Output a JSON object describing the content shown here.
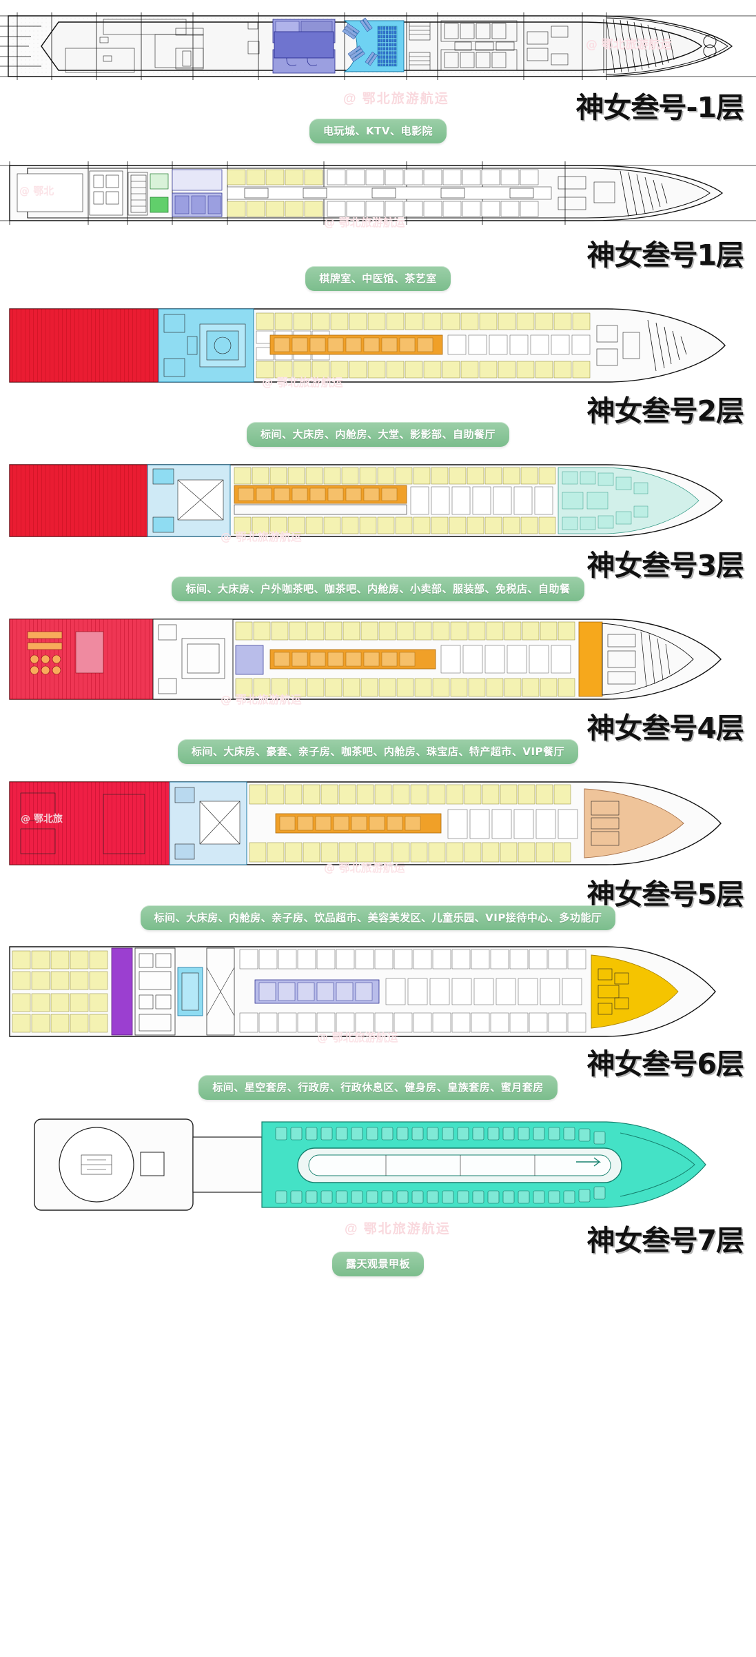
{
  "meta": {
    "ship_name": "神女叁号",
    "watermark": "@ 鄂北旅游航运"
  },
  "decks": [
    {
      "id": "deck-minus-1",
      "title": "神女叁号-1层",
      "badge": "电玩城、KTV、电影院",
      "palette": {
        "accent_a": "#8f93d6",
        "accent_b": "#6fd2f3",
        "accent_c": "#b9bdea",
        "pink": "#f8dce2"
      },
      "plan_height": 115
    },
    {
      "id": "deck-1",
      "title": "神女叁号1层",
      "badge": "棋牌室、中医馆、茶艺室",
      "palette": {
        "accent_a": "#f2f0a8",
        "accent_b": "#b9bdea",
        "accent_c": "#61cf6b",
        "pink": "#f8dce2"
      },
      "plan_height": 115
    },
    {
      "id": "deck-2",
      "title": "神女叁号2层",
      "badge": "标间、大床房、内舱房、大堂、影影部、自助餐厅",
      "palette": {
        "accent_a": "#ea1c32",
        "accent_b": "#8fdcf2",
        "accent_c": "#f2f0a8",
        "orange": "#f0a028"
      },
      "plan_height": 130
    },
    {
      "id": "deck-3",
      "title": "神女叁号3层",
      "badge": "标间、大床房、户外咖茶吧、咖茶吧、内舱房、小卖部、服装部、免税店、自助餐",
      "palette": {
        "accent_a": "#ea1c32",
        "accent_b": "#8fdcf2",
        "accent_c": "#f2f0a8",
        "mint": "#bdeee4"
      },
      "plan_height": 125
    },
    {
      "id": "deck-4",
      "title": "神女叁号4层",
      "badge": "标间、大床房、豪套、亲子房、咖茶吧、内舱房、珠宝店、特产超市、VIP餐厅",
      "palette": {
        "accent_a": "#ef3654",
        "accent_b": "#b9bdea",
        "accent_c": "#f2f0a8",
        "orange": "#f6a81c"
      },
      "plan_height": 135
    },
    {
      "id": "deck-5",
      "title": "神女叁号5层",
      "badge": "标间、大床房、内舱房、亲子房、饮品超市、美容美发区、儿童乐园、VIP接待中心、多功能厅",
      "palette": {
        "accent_a": "#ef1f45",
        "accent_b": "#b9d9ef",
        "accent_c": "#f2f0a8",
        "tan": "#efc49a"
      },
      "plan_height": 140
    },
    {
      "id": "deck-6",
      "title": "神女叁号6层",
      "badge": "标间、星空套房、行政房、行政休息区、健身房、皇族套房、蜜月套房",
      "palette": {
        "accent_a": "#f2f0a8",
        "accent_b": "#9b3fd0",
        "accent_c": "#8fdcf2",
        "yellow": "#f5c400"
      },
      "plan_height": 145
    },
    {
      "id": "deck-7",
      "title": "神女叁号7层",
      "badge": "露天观景甲板",
      "palette": {
        "accent_a": "#4ae0c8",
        "accent_b": "#ffffff",
        "accent_c": "#d9d9d9",
        "mint": "#44e2c6"
      },
      "plan_height": 150
    }
  ]
}
